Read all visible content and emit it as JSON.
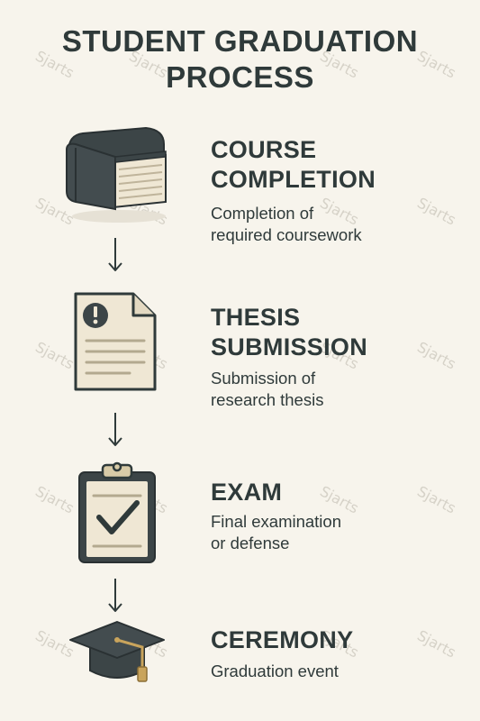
{
  "title": {
    "line1": "STUDENT GRADUATION",
    "line2": "PROCESS"
  },
  "watermark": "Sjarts",
  "colors": {
    "background": "#f7f4ec",
    "ink": "#2f3a3a",
    "paper": "#efe7d4",
    "accent": "#c9a45c"
  },
  "steps": [
    {
      "icon": "book-icon",
      "title_lines": [
        "COURSE",
        "COMPLETION"
      ],
      "desc_lines": [
        "Completion of",
        "required coursework"
      ]
    },
    {
      "icon": "document-warning-icon",
      "title_lines": [
        "THESIS",
        "SUBMISSION"
      ],
      "desc_lines": [
        "Submission of",
        "research thesis"
      ]
    },
    {
      "icon": "clipboard-check-icon",
      "title_lines": [
        "EXAM"
      ],
      "desc_lines": [
        "Final examination",
        "or defense"
      ]
    },
    {
      "icon": "graduation-cap-icon",
      "title_lines": [
        "CEREMONY"
      ],
      "desc_lines": [
        "Graduation event"
      ]
    }
  ]
}
